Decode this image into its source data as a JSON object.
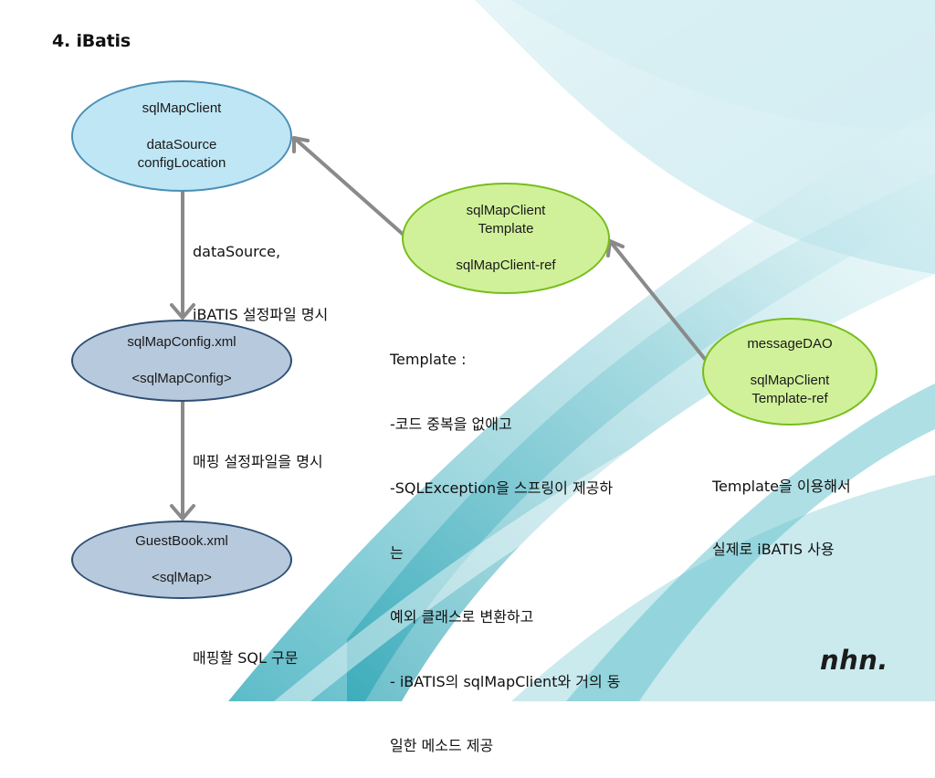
{
  "slide": {
    "title": "4. iBatis"
  },
  "nodes": {
    "sqlMapClient": {
      "lines": [
        "sqlMapClient",
        "",
        "dataSource",
        "configLocation"
      ]
    },
    "sqlMapConfig": {
      "lines": [
        "sqlMapConfig.xml",
        "",
        "<sqlMapConfig>"
      ]
    },
    "guestBook": {
      "lines": [
        "GuestBook.xml",
        "",
        "<sqlMap>"
      ]
    },
    "template": {
      "lines": [
        "sqlMapClient",
        "Template",
        "",
        "sqlMapClient-ref"
      ]
    },
    "messageDAO": {
      "lines": [
        "messageDAO",
        "",
        "sqlMapClient",
        "Template-ref"
      ]
    }
  },
  "notes": {
    "datasource": [
      "dataSource,",
      "iBATIS 설정파일 명시"
    ],
    "mapping": [
      "매핑 설정파일을 명시"
    ],
    "sql": [
      "매핑할 SQL 구문"
    ],
    "template": [
      "Template :",
      "-코드 중복을 없애고",
      "-SQLException을 스프링이 제공하",
      "는",
      "예외 클래스로 변환하고",
      "- iBATIS의 sqlMapClient와 거의 동",
      "일한 메소드 제공"
    ],
    "usage": [
      "Template을 이용해서",
      "실제로 iBATIS 사용"
    ]
  },
  "brand": {
    "logo": "nhn."
  },
  "colors": {
    "blue_fill": "#bfe6f5",
    "grey_fill": "#b7c9dc",
    "green_fill": "#d0f19a",
    "arrow": "#8a8a8a",
    "wave": "#6fc4d1"
  }
}
